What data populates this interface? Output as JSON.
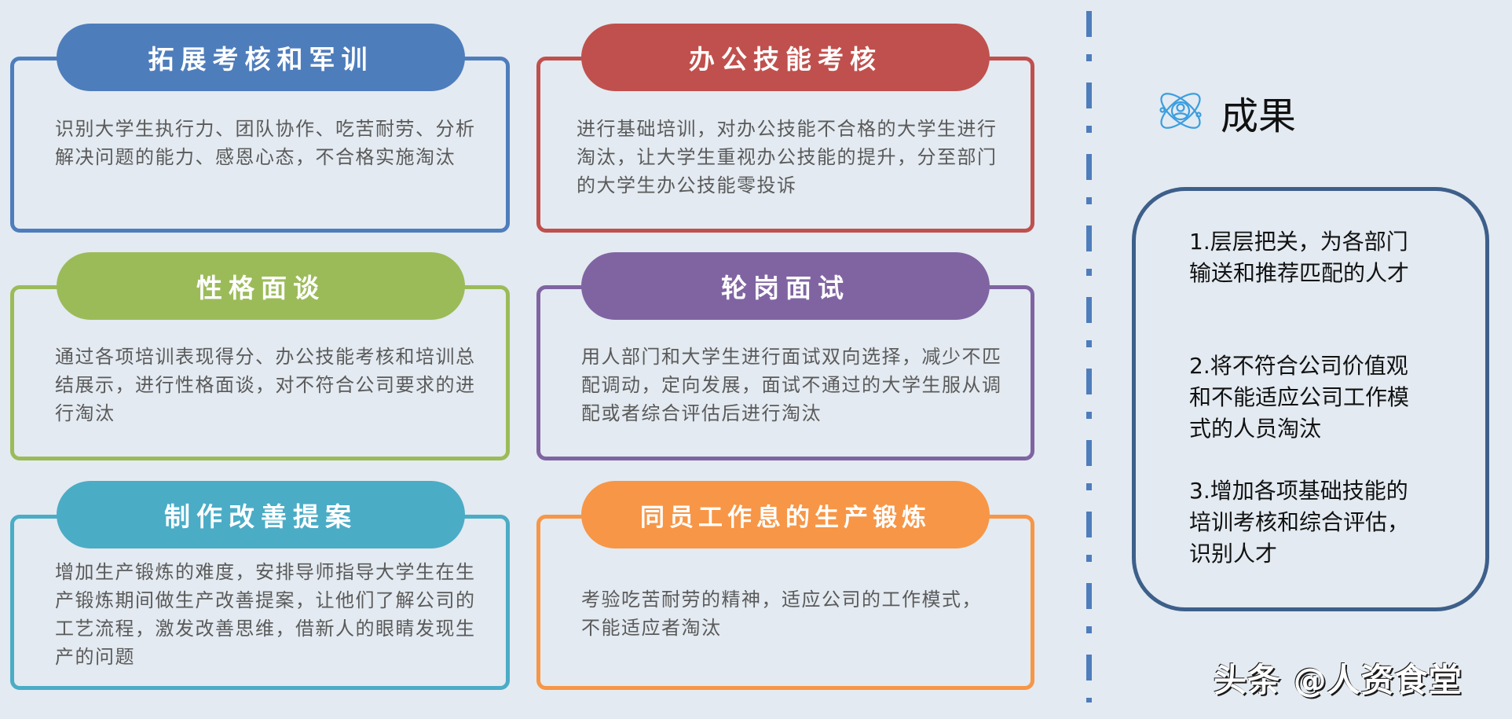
{
  "colors": {
    "background": "#e3eaf1",
    "blue": "#4e7dbc",
    "red": "#c0504d",
    "green": "#9bbb59",
    "purple": "#8064a2",
    "teal": "#4bacc6",
    "orange": "#f79646",
    "results_border": "#3d5f8a",
    "divider": "#4e7dbc",
    "icon": "#3a9ee0"
  },
  "stages": [
    {
      "title": "拓展考核和军训",
      "color": "#4e7dbc",
      "description": "识别大学生执行力、团队协作、吃苦耐劳、分析解决问题的能力、感恩心态，不合格实施淘汰"
    },
    {
      "title": "办公技能考核",
      "color": "#c0504d",
      "description": "进行基础培训，对办公技能不合格的大学生进行淘汰，让大学生重视办公技能的提升，分至部门的大学生办公技能零投诉"
    },
    {
      "title": "性格面谈",
      "color": "#9bbb59",
      "description": "通过各项培训表现得分、办公技能考核和培训总结展示，进行性格面谈，对不符合公司要求的进行淘汰"
    },
    {
      "title": "轮岗面试",
      "color": "#8064a2",
      "description": "用人部门和大学生进行面试双向选择，减少不匹配调动，定向发展，面试不通过的大学生服从调配或者综合评估后进行淘汰"
    },
    {
      "title": "制作改善提案",
      "color": "#4bacc6",
      "description": "增加生产锻炼的难度，安排导师指导大学生在生产锻炼期间做生产改善提案，让他们了解公司的工艺流程，激发改善思维，借新人的眼睛发现生产的问题"
    },
    {
      "title": "同员工作息的生产锻炼",
      "color": "#f79646",
      "description": "考验吃苦耐劳的精神，适应公司的工作模式，不能适应者淘汰"
    }
  ],
  "results": {
    "icon": "atom-person-icon",
    "title": "成果",
    "items": [
      {
        "num": "1.",
        "text": "层层把关，为各部门输送和推荐匹配的人才"
      },
      {
        "num": "2.",
        "text": "将不符合公司价值观和不能适应公司工作模式的人员淘汰"
      },
      {
        "num": "3.",
        "text": "增加各项基础技能的培训考核和综合评估，识别人才"
      }
    ]
  },
  "watermark": "头条 @人资食堂"
}
